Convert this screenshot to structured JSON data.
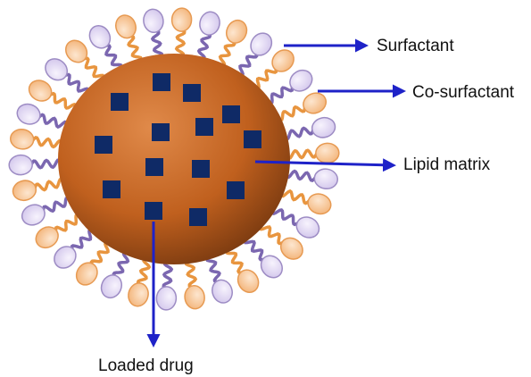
{
  "labels": {
    "surfactant": "Surfactant",
    "co_surfactant": "Co-surfactant",
    "lipid_matrix": "Lipid matrix",
    "loaded_drug": "Loaded drug"
  },
  "colors": {
    "lipid_core": "#c0601e",
    "lipid_core_highlight": "#e08a4a",
    "lipid_core_shadow": "#7a3a10",
    "drug": "#0f2a66",
    "surfactant_head": "#f6c99a",
    "surfactant_head_stroke": "#e79a52",
    "surfactant_tail": "#e8953f",
    "cosurfactant_head": "#e3daf3",
    "cosurfactant_head_stroke": "#9d8cc4",
    "cosurfactant_tail": "#7b67b0",
    "arrow": "#1e22c8"
  }
}
